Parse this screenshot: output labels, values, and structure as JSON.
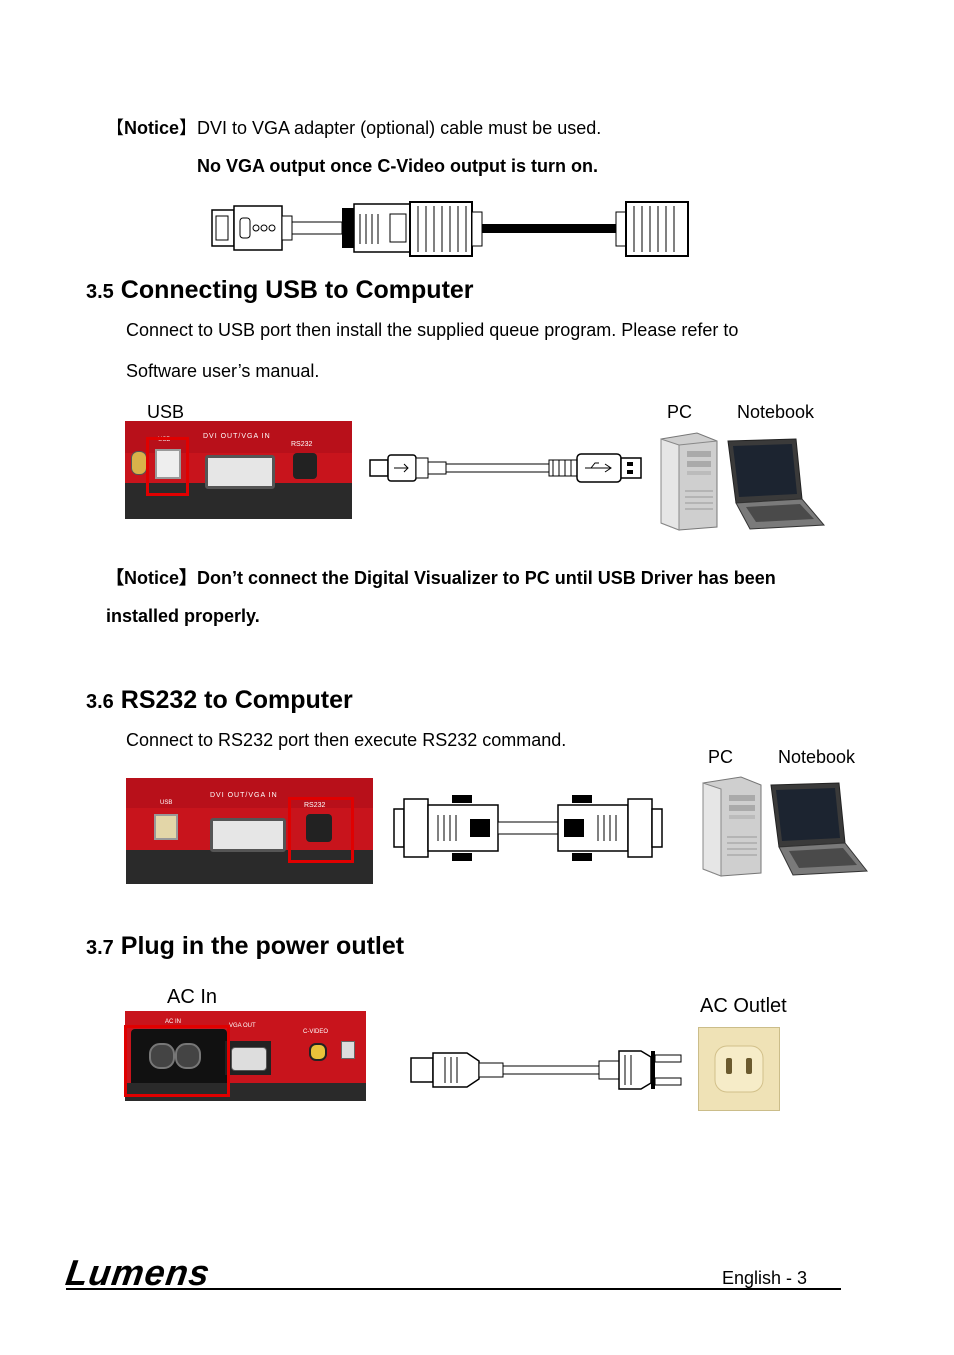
{
  "notice1": {
    "bracket_open": "【",
    "label": "Notice",
    "bracket_close": "】",
    "text": "DVI to VGA adapter (optional) cable must be used.",
    "line2": "No VGA output once C-Video output is turn on."
  },
  "section35": {
    "num": "3.5",
    "title": "Connecting USB to Computer",
    "line1": "Connect to USB port then install the supplied queue program. Please refer to",
    "line2": "Software user’s manual.",
    "label_usb": "USB",
    "label_pc": "PC",
    "label_notebook": "Notebook",
    "panel_labels": {
      "usb": "USB",
      "dvi": "DVI  OUT/VGA  IN",
      "rs232": "RS232"
    }
  },
  "notice2": {
    "bracket_open": "【",
    "label": "Notice",
    "bracket_close": "】",
    "text": "Don’t connect the Digital Visualizer to PC until USB Driver has been",
    "line2": "installed properly."
  },
  "section36": {
    "num": "3.6",
    "title": "RS232 to Computer",
    "line1": "Connect to RS232 port then execute RS232 command.",
    "label_pc": "PC",
    "label_notebook": "Notebook",
    "panel_labels": {
      "usb": "USB",
      "dvi": "DVI  OUT/VGA  IN",
      "rs232": "RS232"
    }
  },
  "section37": {
    "num": "3.7",
    "title": "Plug in the power outlet",
    "label_acin": "AC In",
    "label_acoutlet": "AC Outlet",
    "panel_labels": {
      "ac": "AC   IN",
      "vga": "VGA  OUT",
      "cvideo": "C-VIDEO"
    }
  },
  "footer": {
    "logo": "Lumens",
    "page": "English - 3"
  },
  "colors": {
    "device_red": "#c8141c",
    "highlight": "#e00000",
    "outlet": "#efe2b6"
  }
}
